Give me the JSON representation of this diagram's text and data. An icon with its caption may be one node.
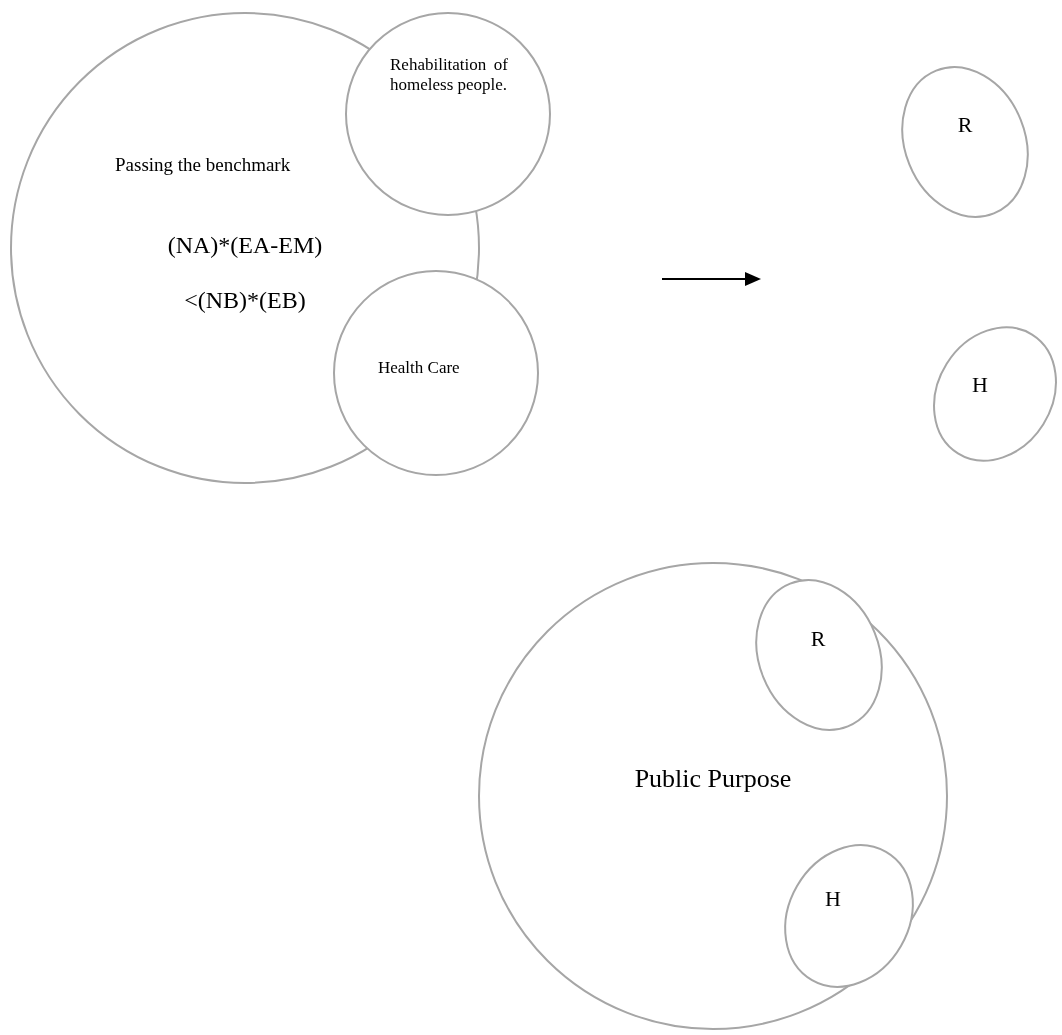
{
  "diagram": {
    "nodes": [
      {
        "text": [
          "Passing the benchmark",
          "(NA)*(EA-EM)<(NB)*(EB)"
        ]
      },
      {
        "text": [
          "Rehabilitation of homeless people."
        ]
      },
      {
        "text": [
          "Health Care"
        ]
      },
      {
        "text": [
          "R"
        ]
      },
      {
        "text": [
          "H"
        ]
      },
      {
        "text": [
          "Public Purpose"
        ]
      },
      {
        "text": [
          "R"
        ],
        "in": 5
      },
      {
        "text": [
          "H"
        ],
        "in": 5
      }
    ]
  }
}
